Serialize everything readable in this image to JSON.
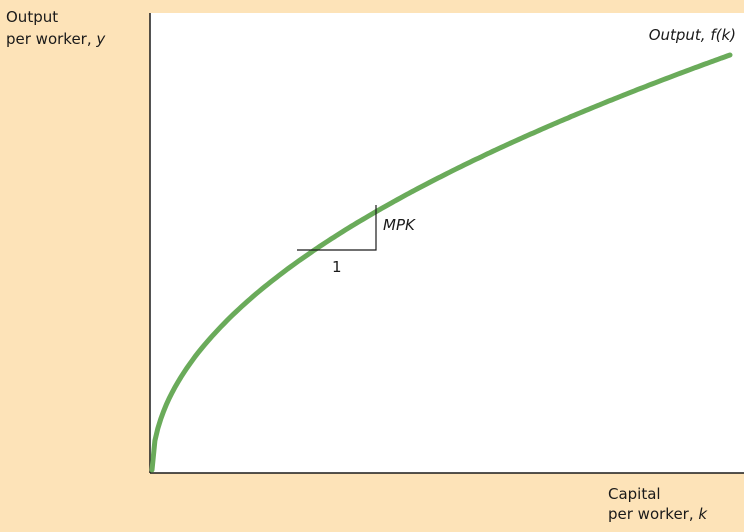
{
  "y_axis_title": {
    "line1": "Output",
    "line2_text": "per worker, ",
    "line2_var": "y"
  },
  "x_axis_title": {
    "line1": "Capital",
    "line2_text": "per worker, ",
    "line2_var": "k"
  },
  "curve": {
    "label": "Output, f(k)",
    "function": "sqrt",
    "color": "#6aab5a"
  },
  "slope_triangle": {
    "rise_label": "MPK",
    "run_label": "1"
  },
  "colors": {
    "background": "#fde3b8",
    "panel": "#ffffff",
    "axis": "#1a1a1a"
  }
}
